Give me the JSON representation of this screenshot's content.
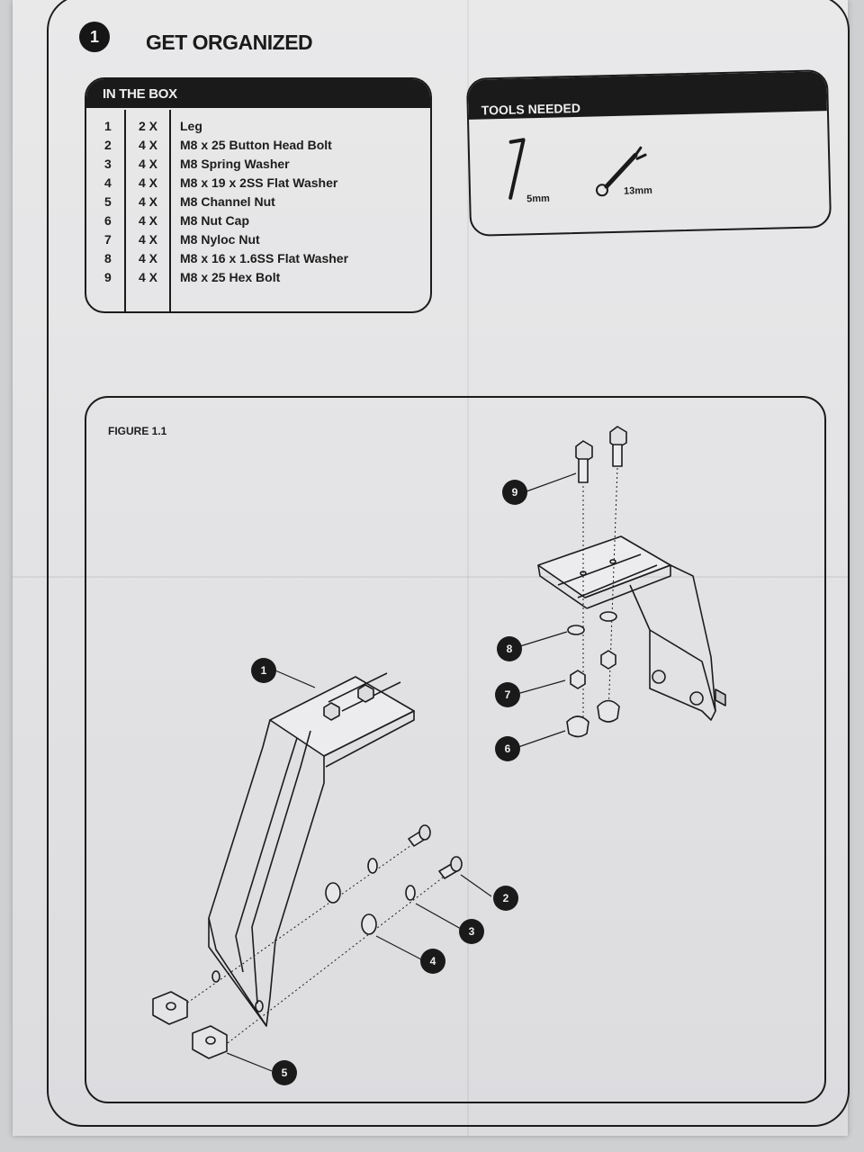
{
  "step": {
    "number": "1",
    "title": "GET ORGANIZED"
  },
  "in_the_box": {
    "heading": "IN THE BOX",
    "items": [
      {
        "num": "1",
        "qty": "2 X",
        "desc": "Leg"
      },
      {
        "num": "2",
        "qty": "4 X",
        "desc": "M8 x 25 Button Head Bolt"
      },
      {
        "num": "3",
        "qty": "4 X",
        "desc": "M8 Spring Washer"
      },
      {
        "num": "4",
        "qty": "4 X",
        "desc": "M8 x 19 x 2SS Flat Washer"
      },
      {
        "num": "5",
        "qty": "4 X",
        "desc": "M8 Channel Nut"
      },
      {
        "num": "6",
        "qty": "4 X",
        "desc": "M8 Nut Cap"
      },
      {
        "num": "7",
        "qty": "4 X",
        "desc": "M8 Nyloc Nut"
      },
      {
        "num": "8",
        "qty": "4 X",
        "desc": "M8 x 16 x 1.6SS Flat Washer"
      },
      {
        "num": "9",
        "qty": "4 X",
        "desc": "M8 x 25 Hex Bolt"
      }
    ]
  },
  "tools_needed": {
    "heading": "TOOLS NEEDED",
    "tools": [
      {
        "label": "5mm",
        "icon": "allen-key-icon"
      },
      {
        "label": "13mm",
        "icon": "wrench-icon"
      }
    ]
  },
  "figure": {
    "label": "FIGURE 1.1",
    "callouts": [
      "1",
      "2",
      "3",
      "4",
      "5",
      "6",
      "7",
      "8",
      "9"
    ]
  },
  "colors": {
    "ink": "#1a1a1a",
    "paper": "#e6e6e8"
  }
}
